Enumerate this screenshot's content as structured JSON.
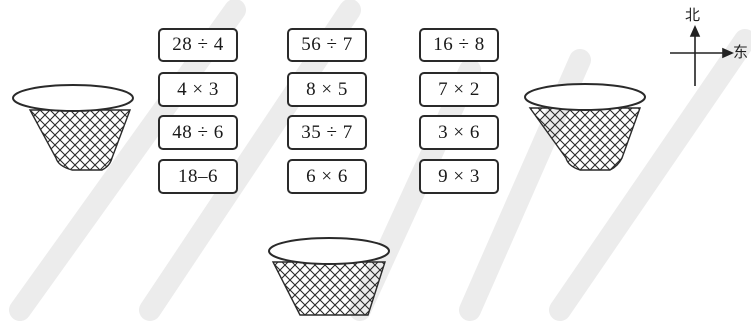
{
  "cards": [
    [
      "28 ÷ 4",
      "4 × 3",
      "48 ÷ 6",
      "18–6"
    ],
    [
      "56 ÷ 7",
      "8 × 5",
      "35 ÷ 7",
      "6 × 6"
    ],
    [
      "16 ÷ 8",
      "7 × 2",
      "3 × 6",
      "9 × 3"
    ]
  ],
  "compass": {
    "north": "北",
    "east": "东"
  }
}
